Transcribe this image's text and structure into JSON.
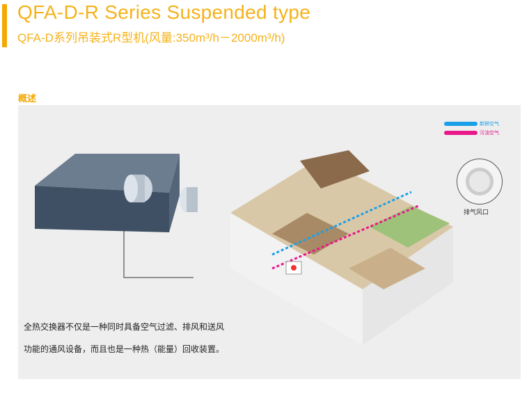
{
  "header": {
    "title": "QFA-D-R Series Suspended type",
    "subtitle": "QFA-D系列吊装式R型机(风量:350m³/h－2000m³/h)"
  },
  "section": {
    "title": "概述"
  },
  "legend": [
    {
      "label": "新鲜空气",
      "color": "#1aa0e8"
    },
    {
      "label": "污浊空气",
      "color": "#e8178a"
    }
  ],
  "callout": {
    "label": "排气风口"
  },
  "description": [
    "全热交换器不仅是一种同时具备空气过滤、排风和送风",
    "功能的通风设备，而且也是一种热（能量）回收装置。"
  ]
}
